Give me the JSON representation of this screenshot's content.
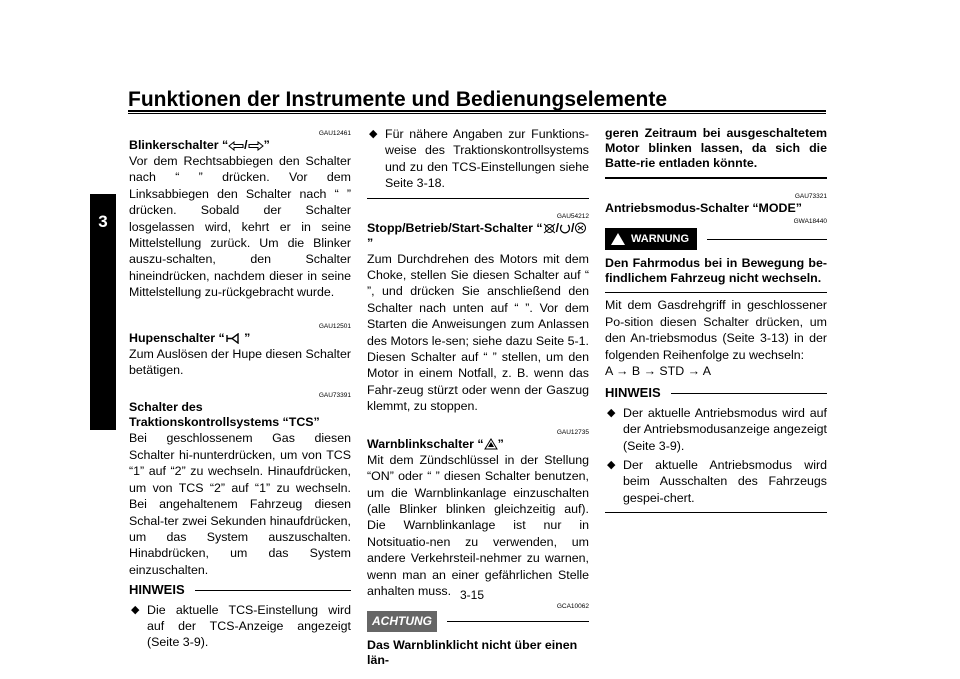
{
  "header": {
    "title": "Funktionen der Instrumente und Bedienungselemente",
    "chapter": "3"
  },
  "page_number": "3-15",
  "col1": {
    "code1": "GAU12461",
    "blinker_title": "Blinkerschalter “",
    "blinker_title_end": "”",
    "blinker_text": "Vor dem Rechtsabbiegen den Schalter nach “ ” drücken. Vor dem Linksabbiegen den Schalter nach “ ” drücken. Sobald der Schalter losgelassen wird, kehrt er in seine Mittelstellung zurück. Um die Blinker auszu-schalten, den Schalter hineindrücken, nachdem dieser in seine Mittelstellung zu-rückgebracht wurde.",
    "code2": "GAU12501",
    "hupe_title": "Hupenschalter “",
    "hupe_title_end": " ”",
    "hupe_text": "Zum Auslösen der Hupe diesen Schalter betätigen.",
    "code3": "GAU73391",
    "tcs_title": "Schalter des Traktionskontrollsystems “TCS”",
    "tcs_text": "Bei geschlossenem Gas diesen Schalter hi-nunterdrücken, um von TCS “1” auf “2” zu wechseln. Hinaufdrücken, um von TCS “2” auf “1” zu wechseln. Bei angehaltenem Fahrzeug diesen Schal-ter zwei Sekunden hinaufdrücken, um das System auszuschalten. Hinabdrücken, um das System einzuschalten.",
    "hinweis": "HINWEIS",
    "bullet1": "Die aktuelle TCS-Einstellung wird auf der TCS-Anzeige angezeigt (Seite 3-9)."
  },
  "col2": {
    "bullet1": "Für nähere Angaben zur Funktions-weise des Traktionskontrollsystems und zu den TCS-Einstellungen siehe Seite 3-18.",
    "code1": "GAU54212",
    "stop_title": "Stopp/Betrieb/Start-Schalter “",
    "stop_title_end": "”",
    "stop_text": "Zum Durchdrehen des Motors mit dem Choke, stellen Sie diesen Schalter auf “ ”, und drücken Sie anschließend den Schalter nach unten auf “ ”. Vor dem Starten die Anweisungen zum Anlassen des Motors le-sen; siehe dazu Seite 5-1. Diesen Schalter auf “ ” stellen, um den Motor in einem Notfall, z. B. wenn das Fahr-zeug stürzt oder wenn der Gaszug klemmt, zu stoppen.",
    "code2": "GAU12735",
    "warn_title": "Warnblinkschalter “",
    "warn_title_end": "”",
    "warn_text": "Mit dem Zündschlüssel in der Stellung “ON” oder “ ” diesen Schalter benutzen, um die Warnblinkanlage einzuschalten (alle Blinker blinken gleichzeitig auf). Die Warnblinkanlage ist nur in Notsituatio-nen zu verwenden, um andere Verkehrsteil-nehmer zu warnen, wenn man an einer gefährlichen Stelle anhalten muss.",
    "code3": "GCA10062",
    "achtung": "ACHTUNG",
    "achtung_text": "Das Warnblinklicht nicht über einen län-"
  },
  "col3": {
    "cont_text": "geren Zeitraum bei ausgeschaltetem Motor blinken lassen, da sich die Batte-rie entladen könnte.",
    "code1": "GAU73321",
    "mode_title": "Antriebsmodus-Schalter “MODE”",
    "code2": "GWA18440",
    "warnung": "WARNUNG",
    "warn_text": "Den Fahrmodus bei in Bewegung be-findlichem Fahrzeug nicht wechseln.",
    "mode_text": "Mit dem Gasdrehgriff in geschlossener Po-sition diesen Schalter drücken, um den An-triebsmodus (Seite 3-13) in der folgenden Reihenfolge zu wechseln:",
    "sequence": "A → B → STD → A",
    "hinweis": "HINWEIS",
    "bullet1": "Der aktuelle Antriebsmodus wird auf der Antriebsmodusanzeige angezeigt (Seite 3-9).",
    "bullet2": "Der aktuelle Antriebsmodus wird beim Ausschalten des Fahrzeugs gespei-chert."
  },
  "icons": [
    "arrow-left-icon",
    "arrow-right-icon",
    "horn-icon",
    "engine-stop-icon",
    "engine-run-icon",
    "starter-icon",
    "hazard-icon",
    "parking-icon",
    "bullet-dot-icon",
    "warning-triangle-icon"
  ]
}
